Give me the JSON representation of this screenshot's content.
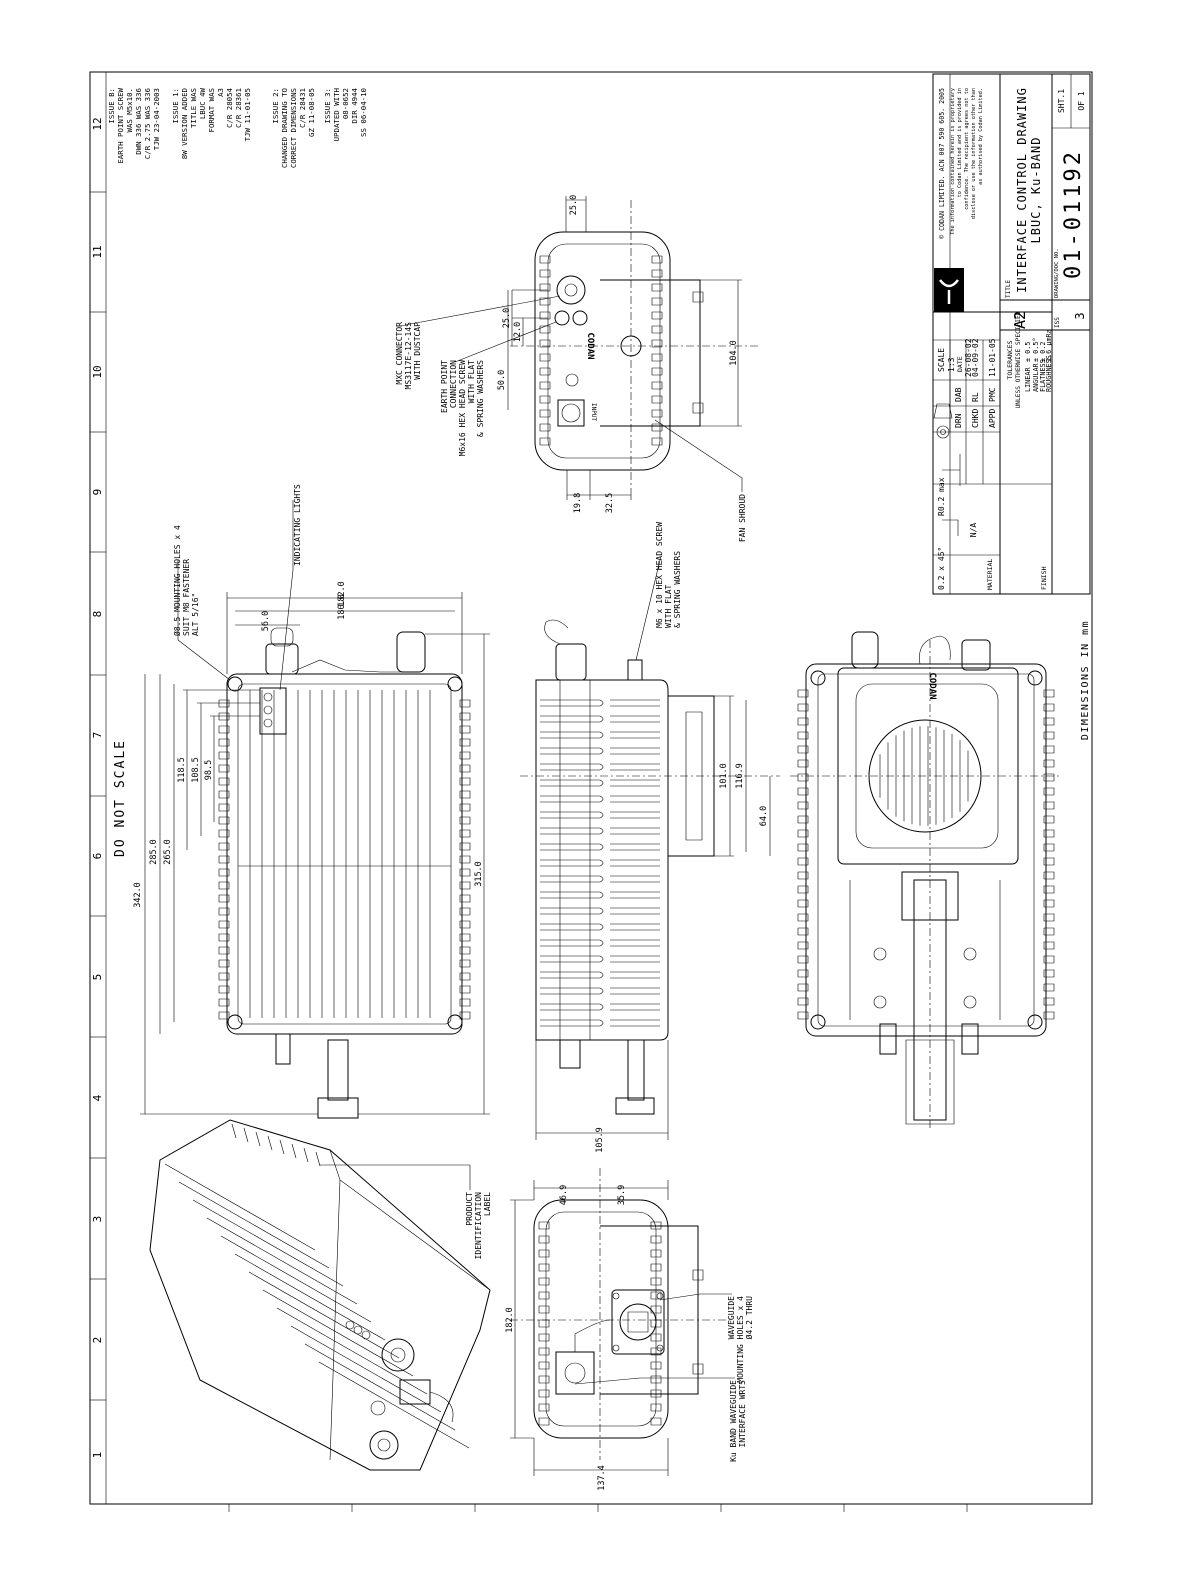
{
  "border": {
    "top_zones": [
      "12",
      "11",
      "10",
      "9",
      "8",
      "7",
      "6",
      "5",
      "4",
      "3",
      "2",
      "1"
    ]
  },
  "warning": "DO NOT SCALE",
  "units_note": "DIMENSIONS IN mm",
  "revision_notes": [
    [
      "ISSUE B:",
      "EARTH POINT SCREW",
      "WAS M5x10.",
      "DWN 336 WAS 336",
      "C/R 2.75 WAS 336",
      "TJW 23-04-2003"
    ],
    [
      "ISSUE 1:",
      "8W VERSION ADDED",
      "TITLE WAS",
      "LBUC 4W",
      "FORMAT WAS",
      "A3",
      "C/R 28054",
      "C/R 28361",
      "TJW 11-01-05"
    ],
    [
      "ISSUE 2:",
      "CHANGED DRAWING TO",
      "CORRECT DIMENSIONS",
      "C/R 28431",
      "GZ 11-08-05"
    ],
    [
      "ISSUE 3:",
      "UPDATED WITH",
      "08-0652",
      "DIR 4944",
      "SS 06-04-10"
    ]
  ],
  "top_view": {
    "dims": [
      "182.0",
      "180.0",
      "56.0",
      "342.0",
      "285.0",
      "265.0",
      "118.5",
      "108.5",
      "98.5",
      "315.0"
    ],
    "callouts": {
      "mounting": [
        "Ø8.5 MOUNTING HOLES x 4",
        "SUIT M8 FASTENER",
        "ALT 5/16\""
      ],
      "lights": "INDICATING LIGHTS"
    }
  },
  "end_view": {
    "dims": [
      "25.0",
      "25.0",
      "12.0",
      "50.0",
      "104.0",
      "19.8",
      "32.5"
    ],
    "callouts": {
      "mxc": [
        "MXC CONNECTOR",
        "MS3117E-12-14S",
        "WITH DUSTCAP"
      ],
      "earth": [
        "EARTH POINT",
        "CONNECTION",
        "M6x16 HEX HEAD SCREW",
        "WITH FLAT",
        "& SPRING WASHERS"
      ],
      "fan": "FAN SHROUD"
    },
    "labels": [
      "CODAN",
      "INPUT"
    ]
  },
  "side_view": {
    "dims": [
      "101.0",
      "116.9",
      "64.0",
      "105.9"
    ],
    "callouts": {
      "screw": [
        "M6 x 10 HEX HEAD SCREW",
        "WITH FLAT",
        "& SPRING WASHERS"
      ]
    }
  },
  "bottom_view": {
    "label": "CODAN"
  },
  "waveguide_view": {
    "dims": [
      "46.9",
      "35.9",
      "182.0",
      "137.4"
    ],
    "callouts": {
      "holes": [
        "WAVEGUIDE",
        "MOUNTING HOLES x 4",
        "Ø4.2 THRU"
      ],
      "ku": [
        "Ku BAND WAVEGUIDE",
        "INTERFACE WRT5"
      ]
    }
  },
  "iso_view": {
    "callouts": {
      "product": [
        "PRODUCT",
        "IDENTIFICATION",
        "LABEL"
      ]
    }
  },
  "title_block": {
    "copyright": "© CODAN LIMITED. ACN 007 590 605. 2005",
    "notice": [
      "The information contained herein is proprietary",
      "to Codan Limited and is provided in",
      "confidence. The recipient agrees not to",
      "disclose or use the information other than",
      "as authorised by Codan Limited."
    ],
    "chamfer": "0.2 x 45°",
    "radius": "R0.2 max",
    "scale_label": "SCALE",
    "scale": "1:3",
    "date_label": "DATE",
    "drn": "DRN",
    "drn_by": "DAB",
    "drn_date": "26-08-02",
    "chkd": "CHKD",
    "chkd_by": "RL",
    "chkd_date": "04-09-02",
    "appd": "APPD",
    "appd_by": "PMC",
    "appd_date": "11-01-05",
    "material_label": "MATERIAL",
    "material": "N/A",
    "finish_label": "FINISH",
    "tolerances": [
      "TOLERANCES",
      "UNLESS OTHERWISE SPECIFIED"
    ],
    "tol_rows": [
      [
        "LINEAR",
        "± 0.5"
      ],
      [
        "ANGULAR",
        "± 0.5°"
      ],
      [
        "FLATNESS",
        "± 0.2"
      ],
      [
        "ROUGHNESS",
        "1.6 µmRa"
      ]
    ],
    "title_label": "TITLE",
    "size": "A2",
    "title": [
      "INTERFACE CONTROL DRAWING",
      "LBUC, Ku-BAND"
    ],
    "drawing_no_label": "DRAWING/DOC NO.",
    "issue_label": "ISS",
    "drawing_no": "01-01192",
    "issue": "3",
    "sheet_label": "SHT.1",
    "sheet_of": "OF 1"
  }
}
